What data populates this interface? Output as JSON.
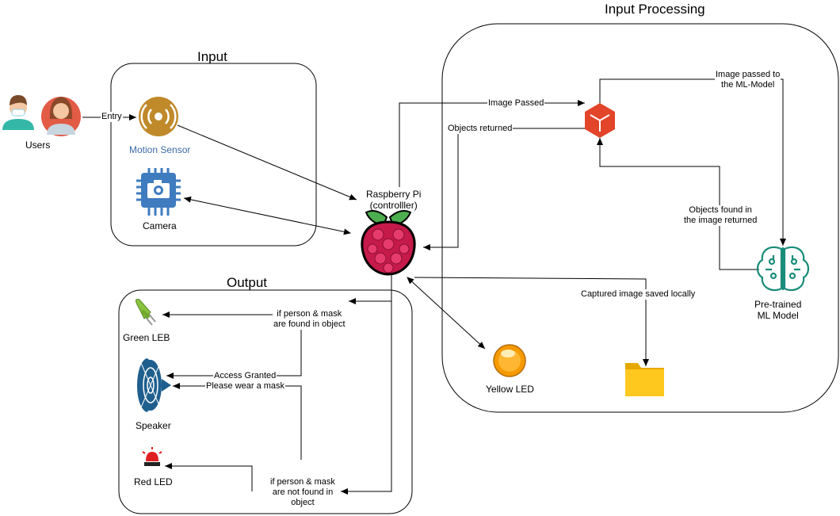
{
  "groups": {
    "input": "Input",
    "output": "Output",
    "processing": "Input Processing"
  },
  "nodes": {
    "users": "Users",
    "motion_sensor": "Motion Sensor",
    "camera": "Camera",
    "raspberry_pi_line1": "Raspberry Pi",
    "raspberry_pi_line2": "(controlller)",
    "green_led": "Green LEB",
    "speaker": "Speaker",
    "red_led": "Red LED",
    "yellow_led": "Yellow LED",
    "ml_model_line1": "Pre-trained",
    "ml_model_line2": "ML Model"
  },
  "edges": {
    "entry": "Entry",
    "image_passed": "Image Passed",
    "objects_returned": "Objects returned",
    "image_to_model_line1": "Image passed to",
    "image_to_model_line2": "the ML-Model",
    "objects_found_line1": "Objects found in",
    "objects_found_line2": "the image returned",
    "captured_saved": "Captured image saved locally",
    "mask_found_line1": "if person & mask",
    "mask_found_line2": "are found in object",
    "access_granted": "Access Granted",
    "wear_mask": "Please wear a mask",
    "mask_not_found_line1": "if person & mask",
    "mask_not_found_line2": "are not found in",
    "mask_not_found_line3": "object"
  },
  "colors": {
    "motion_sensor": "#c0892a",
    "camera": "#3f7bbf",
    "rekognition": "#e2452a",
    "ml_model": "#1a8c7a",
    "yellow_led": "#f59a00",
    "folder": "#ffc81e",
    "speaker": "#1f5f8e",
    "red_led": "#e02020",
    "green_led": "#8ac43f"
  }
}
